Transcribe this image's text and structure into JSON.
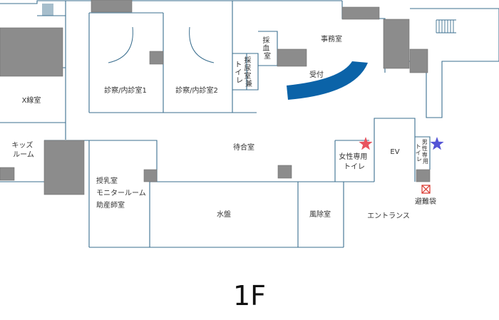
{
  "floor_label": "1F",
  "colors": {
    "wall": "#3b6f8f",
    "pillar": "#8c8c8c",
    "counter": "#0b63a8",
    "women_restroom_star": "#e8545f",
    "men_restroom_star": "#5454d6",
    "evacuation_bag": "#d9342b"
  },
  "rooms": {
    "xray": "X線室",
    "kids": [
      "キッズ",
      "ルーム"
    ],
    "exam1": "診察/内診室1",
    "exam2": "診察/内診室2",
    "urine_toilet": [
      "採",
      "尿",
      "室",
      "兼"
    ],
    "urine_toilet_2": [
      "ト",
      "イ",
      "レ"
    ],
    "blood": [
      "採",
      "血",
      "室"
    ],
    "office": "事務室",
    "reception": "受付",
    "waiting": "待合室",
    "nursing": [
      "授乳室",
      "モニタールーム",
      "助産師室"
    ],
    "water_basin": "水盤",
    "windbreak": "風除室",
    "entrance": "エントランス",
    "women_restroom": [
      "女性専用",
      "トイレ"
    ],
    "ev": "EV",
    "men_restroom": [
      "男",
      "性",
      "専",
      "用"
    ],
    "men_restroom_2": [
      "ト",
      "イ",
      "レ"
    ],
    "evacuation": "避難袋"
  },
  "icons": {
    "women_restroom_marker": "star-icon",
    "men_restroom_marker": "star-icon",
    "evacuation_marker": "evacuation-bag-icon"
  }
}
